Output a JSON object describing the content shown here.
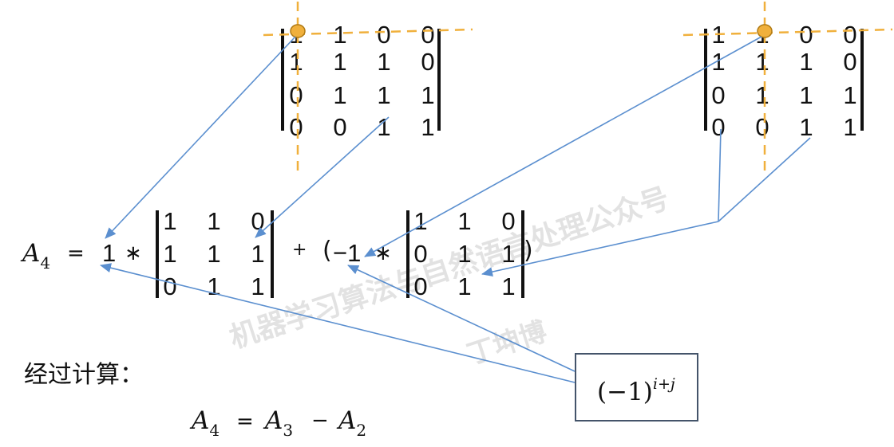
{
  "watermark": {
    "line1": "机器学习算法与自然语言处理公众号",
    "line2": "丁坤博"
  },
  "top_left_matrix": {
    "rows": [
      [
        "1",
        "1",
        "0",
        "0"
      ],
      [
        "1",
        "1",
        "1",
        "0"
      ],
      [
        "0",
        "1",
        "1",
        "1"
      ],
      [
        "0",
        "0",
        "1",
        "1"
      ]
    ]
  },
  "top_right_matrix": {
    "rows": [
      [
        "1",
        "1",
        "0",
        "0"
      ],
      [
        "1",
        "1",
        "1",
        "0"
      ],
      [
        "0",
        "1",
        "1",
        "1"
      ],
      [
        "0",
        "0",
        "1",
        "1"
      ]
    ]
  },
  "expansion": {
    "lhs_symbol": "A",
    "lhs_subscript": "4",
    "equals": "=",
    "coef1": "1",
    "times1": "∗",
    "minor1": [
      [
        "1",
        "1",
        "0"
      ],
      [
        "1",
        "1",
        "1"
      ],
      [
        "0",
        "1",
        "1"
      ]
    ],
    "plus": "+",
    "open_paren": "(",
    "coef2": "−1",
    "times2": "∗",
    "minor2": [
      [
        "1",
        "1",
        "0"
      ],
      [
        "0",
        "1",
        "1"
      ],
      [
        "0",
        "1",
        "1"
      ]
    ],
    "close_paren": ")"
  },
  "calc_label": "经过计算：",
  "sign_box": {
    "base": "(−1)",
    "exponent": "i+j"
  },
  "result": {
    "lhs": "A",
    "lhs_sub": "4",
    "equals": "=",
    "term1": "A",
    "term1_sub": "3",
    "minus": "−",
    "term2": "A",
    "term2_sub": "2"
  },
  "colors": {
    "arrow": "#5b8fcf",
    "guide": "#f0b03c",
    "pivot_dot": "#f0b03c",
    "box_border": "#44546a"
  }
}
